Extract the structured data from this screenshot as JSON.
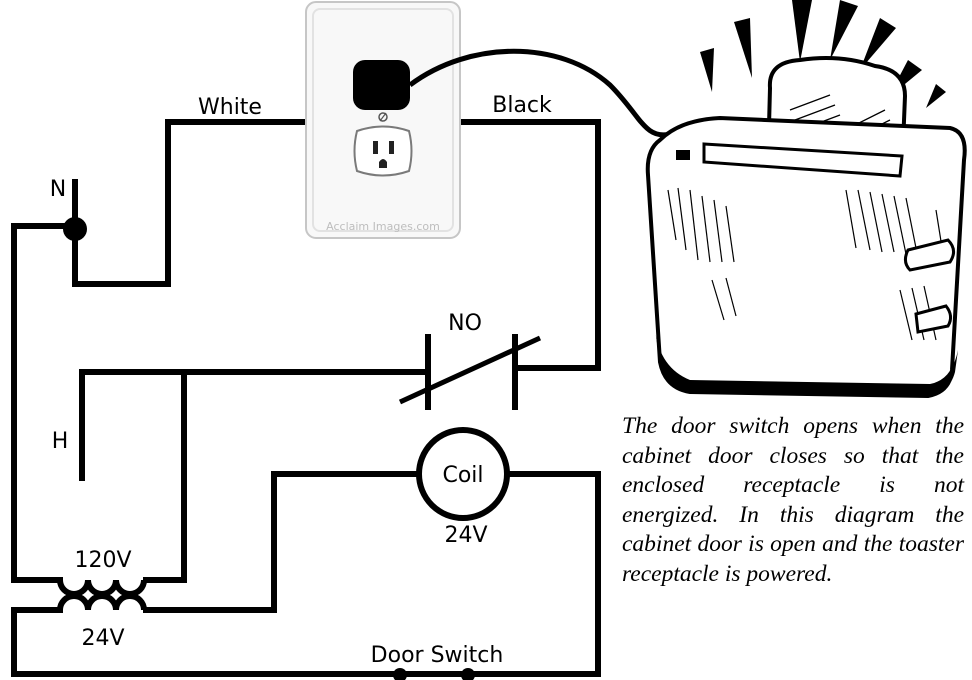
{
  "labels": {
    "white": "White",
    "black": "Black",
    "neutral": "N",
    "hot": "H",
    "normally_open": "NO",
    "coil": "Coil",
    "coil_voltage": "24V",
    "primary_voltage": "120V",
    "secondary_voltage": "24V",
    "door_switch": "Door Switch",
    "watermark": "Acclaim Images.com"
  },
  "icons": {
    "outlet": "duplex-receptacle-icon",
    "toaster": "toaster-icon"
  },
  "caption": "The door switch opens when the cabinet door closes so that the enclosed receptacle is not energized.  In this diagram the cabinet door is open and the toaster receptacle is powered."
}
